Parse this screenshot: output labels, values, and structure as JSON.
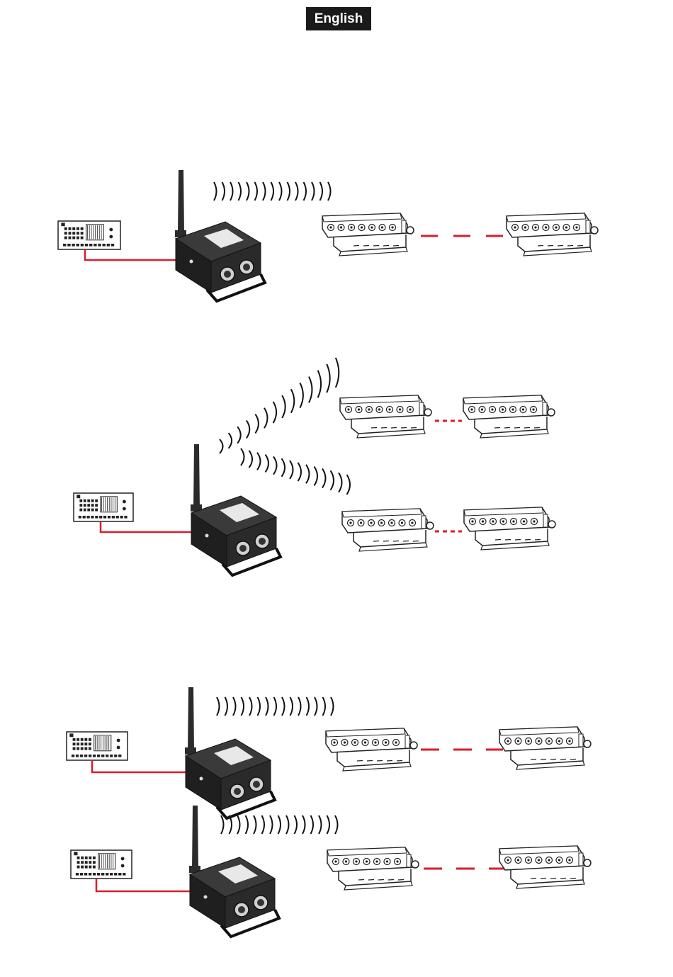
{
  "header": {
    "language_label": "English"
  },
  "colors": {
    "dmx_cable": "#d81e2a",
    "device_body": "#2b2b2b",
    "badge": "#1a1a1a",
    "outline": "#222222"
  },
  "diagrams": [
    {
      "id": "setup-1",
      "controllers": 1,
      "receiver_groups": 1
    },
    {
      "id": "setup-2",
      "controllers": 1,
      "receiver_groups": 2
    },
    {
      "id": "setup-3",
      "controllers": 2,
      "receiver_groups": 2
    }
  ],
  "icons": [
    "dmx-controller-icon",
    "wireless-transmitter-icon",
    "radio-wave-icon",
    "led-bar-fixture-icon",
    "dmx-link-dashed-line"
  ]
}
